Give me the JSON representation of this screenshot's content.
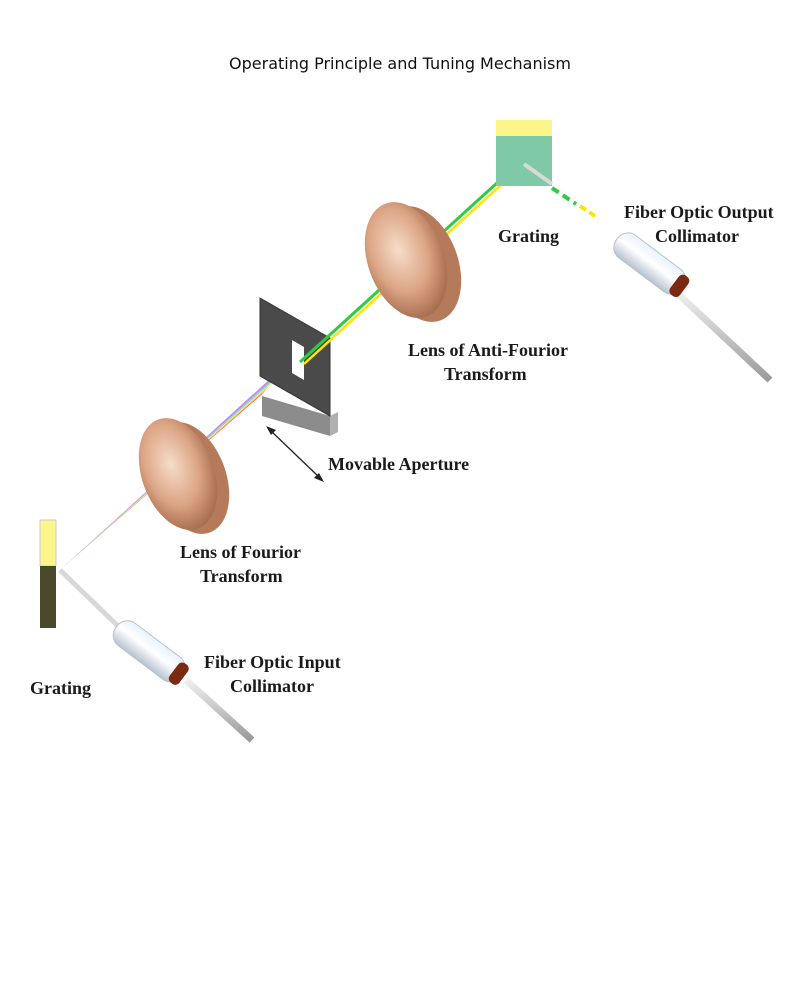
{
  "title": "Operating Principle and Tuning Mechanism",
  "labels": {
    "grating_output": "Grating",
    "output_collimator_line1": "Fiber Optic Output",
    "output_collimator_line2": "Collimator",
    "anti_fourier_line1": "Lens of Anti-Fourior",
    "anti_fourier_line2": "Transform",
    "movable_aperture": "Movable Aperture",
    "fourier_line1": "Lens of Fourior",
    "fourier_line2": "Transform",
    "grating_input": "Grating",
    "input_collimator_line1": "Fiber Optic Input",
    "input_collimator_line2": "Collimator"
  },
  "spectrum_colors": [
    "#ff0000",
    "#ff8c00",
    "#ffe600",
    "#2ecc40",
    "#00bcd4",
    "#1e50ff",
    "#8b00ff",
    "#d000d0"
  ],
  "colors": {
    "lens": "#d9a080",
    "aperture": "#4a4a4a",
    "grating_top": "#fbf58a",
    "grating_body": "#4a4a2a",
    "output_grating": "#7fc9a6"
  }
}
